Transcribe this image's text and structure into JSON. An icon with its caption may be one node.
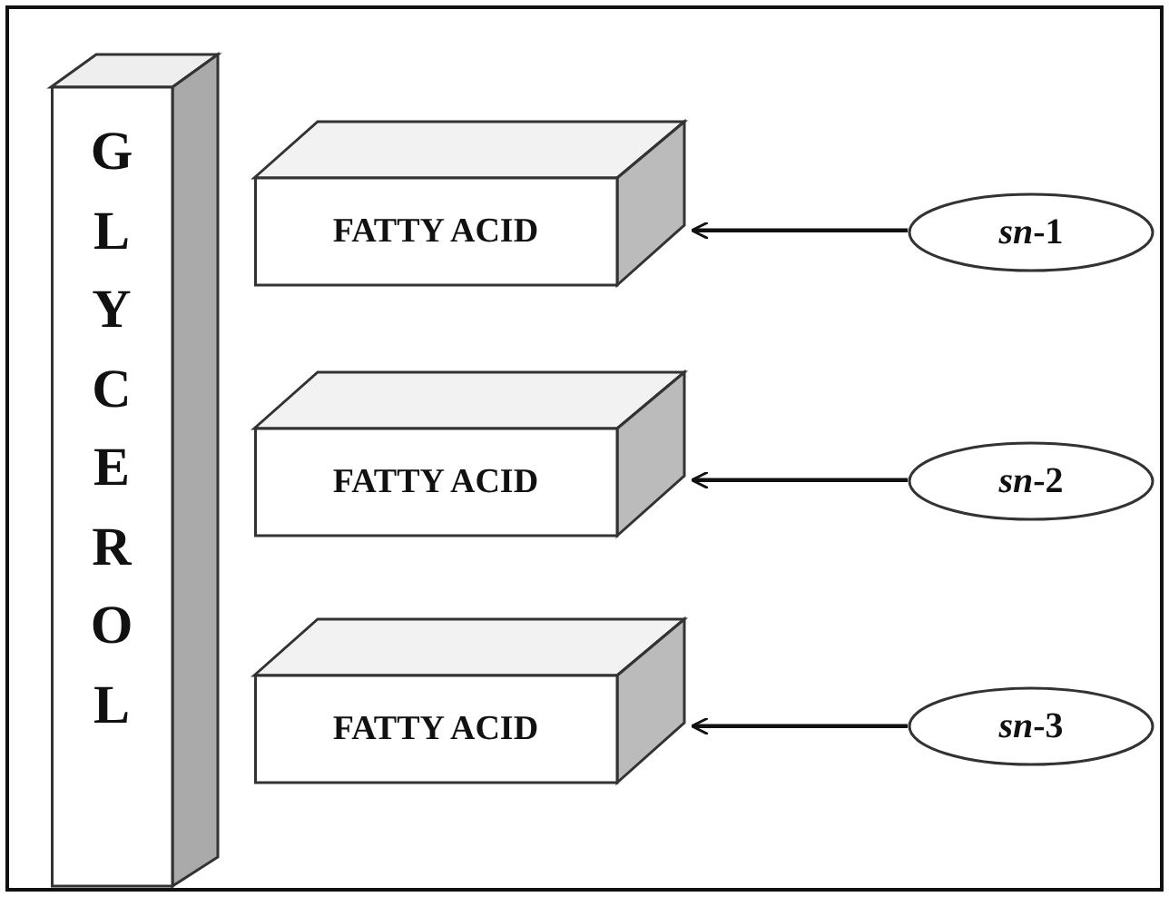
{
  "diagram": {
    "nodes": [
      {
        "text": [
          "GLYCEROL"
        ]
      },
      {
        "text": [
          "FATTY ACID"
        ]
      },
      {
        "text": [
          "FATTY ACID"
        ]
      },
      {
        "text": [
          "FATTY ACID"
        ]
      },
      {
        "text": [
          "*sn*-1"
        ]
      },
      {
        "text": [
          "*sn*-2"
        ]
      },
      {
        "text": [
          "*sn*-3"
        ]
      }
    ],
    "edges": [
      {
        "from": 4,
        "to": 1,
        "arrow": "to"
      },
      {
        "from": 5,
        "to": 2,
        "arrow": "to"
      },
      {
        "from": 6,
        "to": 3,
        "arrow": "to"
      }
    ]
  }
}
